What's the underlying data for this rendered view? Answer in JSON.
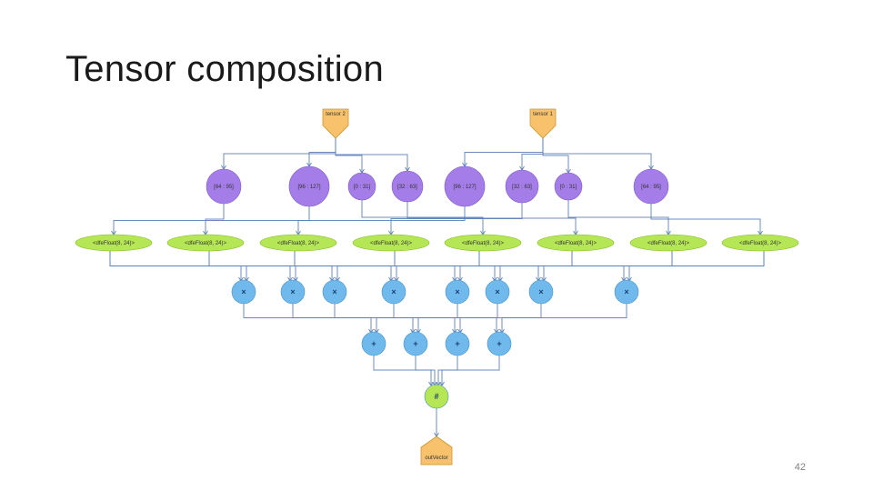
{
  "slide": {
    "title": "Tensor composition",
    "page_number": "42"
  },
  "colors": {
    "io_node": "#f7c26b",
    "slice_node": "#a57de8",
    "cast_node": "#b5e655",
    "mul_node": "#6fb9ec",
    "add_node": "#6fb9ec",
    "hash_node": "#b5e655",
    "edge": "#5b7fb5"
  },
  "graph": {
    "inputs": [
      {
        "id": "in2",
        "label": "tensor 2"
      },
      {
        "id": "in1",
        "label": "tensor 1"
      }
    ],
    "slices": [
      {
        "id": "s0",
        "label": "[64 : 95]",
        "src": "in2"
      },
      {
        "id": "s1",
        "label": "[96 : 127]",
        "src": "in2"
      },
      {
        "id": "s2",
        "label": "[0 : 31]",
        "src": "in2"
      },
      {
        "id": "s3",
        "label": "[32 : 63]",
        "src": "in2"
      },
      {
        "id": "s4",
        "label": "[96 : 127]",
        "src": "in1"
      },
      {
        "id": "s5",
        "label": "[32 : 63]",
        "src": "in1"
      },
      {
        "id": "s6",
        "label": "[0 : 31]",
        "src": "in1"
      },
      {
        "id": "s7",
        "label": "[64 : 95]",
        "src": "in1"
      }
    ],
    "casts": [
      {
        "id": "c0",
        "label": "<dfeFloat(8, 24)>",
        "src": "s4"
      },
      {
        "id": "c1",
        "label": "<dfeFloat(8, 24)>",
        "src": "s0"
      },
      {
        "id": "c2",
        "label": "<dfeFloat(8, 24)>",
        "src": "s1"
      },
      {
        "id": "c3",
        "label": "<dfeFloat(8, 24)>",
        "src": "s5"
      },
      {
        "id": "c4",
        "label": "<dfeFloat(8, 24)>",
        "src": "s2"
      },
      {
        "id": "c5",
        "label": "<dfeFloat(8, 24)>",
        "src": "s3"
      },
      {
        "id": "c6",
        "label": "<dfeFloat(8, 24)>",
        "src": "s6"
      },
      {
        "id": "c7",
        "label": "<dfeFloat(8, 24)>",
        "src": "s7"
      }
    ],
    "muls": [
      {
        "id": "m0",
        "label": "×",
        "srcs": [
          "c0",
          "c1"
        ]
      },
      {
        "id": "m1",
        "label": "×",
        "srcs": [
          "c2",
          "c1"
        ]
      },
      {
        "id": "m2",
        "label": "×",
        "srcs": [
          "c0",
          "c3"
        ]
      },
      {
        "id": "m3",
        "label": "×",
        "srcs": [
          "c4",
          "c3"
        ]
      },
      {
        "id": "m4",
        "label": "×",
        "srcs": [
          "c5",
          "c6"
        ]
      },
      {
        "id": "m5",
        "label": "×",
        "srcs": [
          "c4",
          "c6"
        ]
      },
      {
        "id": "m6",
        "label": "×",
        "srcs": [
          "c2",
          "c7"
        ]
      },
      {
        "id": "m7",
        "label": "×",
        "srcs": [
          "c5",
          "c7"
        ]
      }
    ],
    "adds": [
      {
        "id": "a0",
        "label": "+",
        "srcs": [
          "m0",
          "m5"
        ]
      },
      {
        "id": "a1",
        "label": "+",
        "srcs": [
          "m1",
          "m4"
        ]
      },
      {
        "id": "a2",
        "label": "+",
        "srcs": [
          "m2",
          "m6"
        ]
      },
      {
        "id": "a3",
        "label": "+",
        "srcs": [
          "m3",
          "m7"
        ]
      }
    ],
    "hash": {
      "id": "h",
      "label": "#",
      "srcs": [
        "a0",
        "a1",
        "a2",
        "a3"
      ]
    },
    "output": {
      "id": "out",
      "label": "outVector",
      "src": "h"
    }
  }
}
